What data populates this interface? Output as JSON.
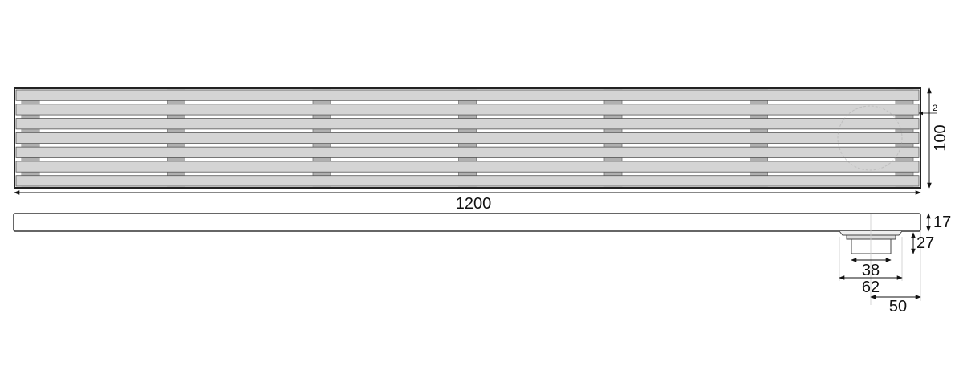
{
  "drawing": {
    "top_view": {
      "bar_count": 7,
      "spacer_columns": 7,
      "dimensions": {
        "length": "1200",
        "width": "100",
        "edge_gap": "2"
      }
    },
    "side_view": {
      "dimensions": {
        "height": "17",
        "outlet_height": "27",
        "outlet_inner_diameter": "38",
        "outlet_flange_diameter": "62",
        "outlet_offset": "50"
      }
    },
    "colors": {
      "bar": "#d4d4d4",
      "spacer": "#b0b0b0",
      "outline": "#333333"
    }
  }
}
